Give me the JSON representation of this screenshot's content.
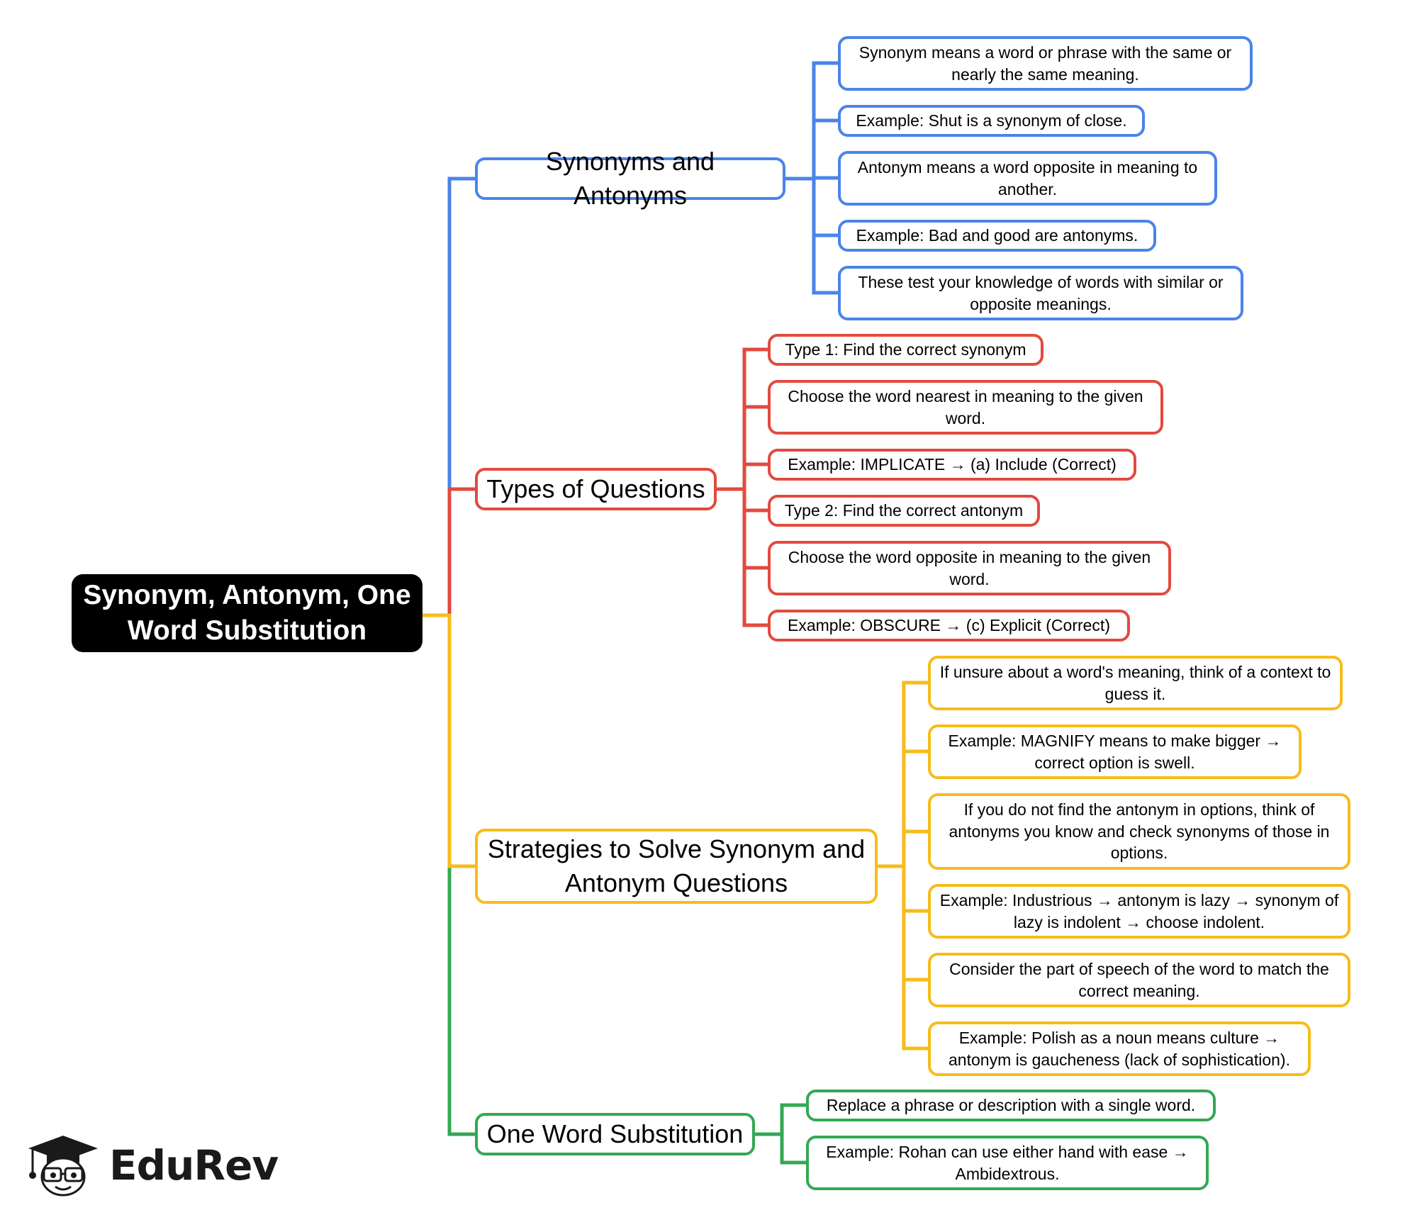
{
  "root": {
    "title": "Synonym, Antonym, One Word Substitution"
  },
  "colors": {
    "blue": "#4a84ea",
    "red": "#e24a3e",
    "yellow": "#f6bc1a",
    "green": "#34a853",
    "root": "#000000"
  },
  "branches": [
    {
      "label": "Synonyms and Antonyms",
      "color": "blue",
      "items": [
        "Synonym means a word or phrase with the same or nearly the same meaning.",
        "Example: Shut is a synonym of close.",
        "Antonym means a word opposite in meaning to another.",
        "Example: Bad and good are antonyms.",
        "These test your knowledge of words with similar or opposite meanings."
      ]
    },
    {
      "label": "Types of Questions",
      "color": "red",
      "items": [
        "Type 1: Find the correct synonym",
        "Choose the word nearest in meaning to the given word.",
        "Example: IMPLICATE → (a) Include (Correct)",
        "Type 2: Find the correct antonym",
        "Choose the word opposite in meaning to the given word.",
        "Example: OBSCURE → (c) Explicit (Correct)"
      ]
    },
    {
      "label": "Strategies to Solve Synonym and Antonym Questions",
      "color": "yellow",
      "items": [
        "If unsure about a word's meaning, think of a context to guess it.",
        "Example: MAGNIFY means to make bigger → correct option is swell.",
        "If you do not find the antonym in options, think of antonyms you know and check synonyms of those in options.",
        "Example: Industrious → antonym is lazy → synonym of lazy is indolent → choose indolent.",
        "Consider the part of speech of the word to match the correct meaning.",
        "Example: Polish as a noun means culture → antonym is gaucheness (lack of sophistication)."
      ]
    },
    {
      "label": "One Word Substitution",
      "color": "green",
      "items": [
        "Replace a phrase or description with a single word.",
        "Example: Rohan can use either hand with ease → Ambidextrous."
      ]
    }
  ],
  "logo": {
    "text": "EduRev",
    "icon": "graduation-cap-mascot-icon"
  }
}
